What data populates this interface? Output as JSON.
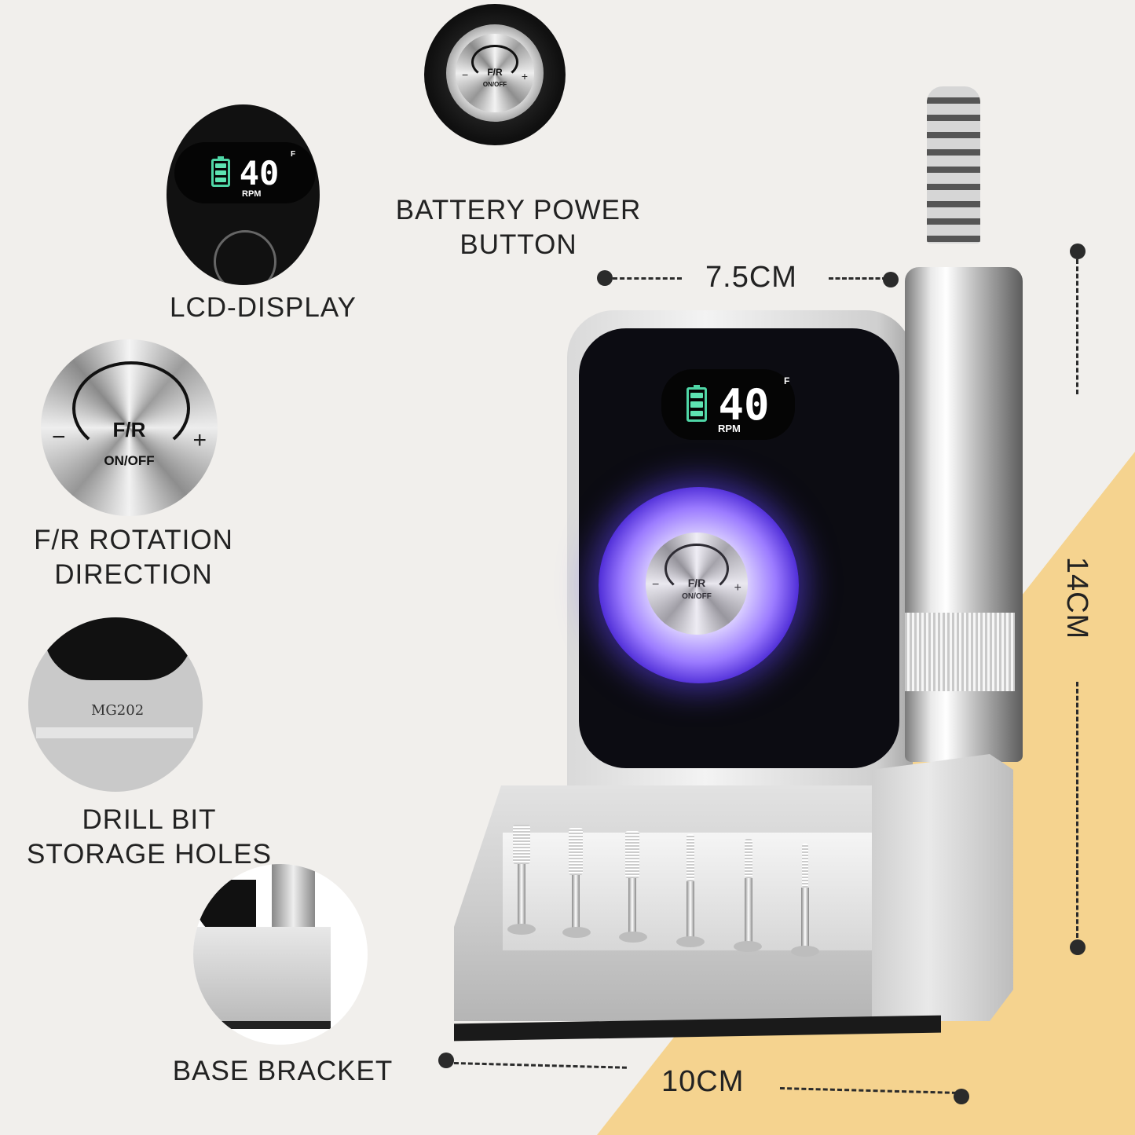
{
  "product": {
    "type": "nail drill machine",
    "display": {
      "value": "40",
      "unit_superscript": "F",
      "unit_label": "RPM",
      "battery_level": 3,
      "battery_color": "#5ee3b2"
    },
    "knob": {
      "direction_label": "F/R",
      "power_label": "ON/OFF",
      "minus": "−",
      "plus": "+",
      "glow_color": "#6a4bff"
    },
    "model_label": "MG202",
    "drill_bits_count": 6
  },
  "callouts": [
    {
      "id": "lcd",
      "label": "LCD-DISPLAY"
    },
    {
      "id": "power",
      "label": "BATTERY POWER\nBUTTON"
    },
    {
      "id": "fr",
      "label": "F/R ROTATION\nDIRECTION"
    },
    {
      "id": "bits",
      "label": "DRILL BIT\nSTORAGE HOLES"
    },
    {
      "id": "base",
      "label": "BASE BRACKET"
    }
  ],
  "dimensions": {
    "width_top": "7.5CM",
    "height": "14CM",
    "width_base": "10CM"
  },
  "colors": {
    "background": "#f1efec",
    "accent_wedge": "#f5d38f",
    "panel": "#0c0c12"
  }
}
